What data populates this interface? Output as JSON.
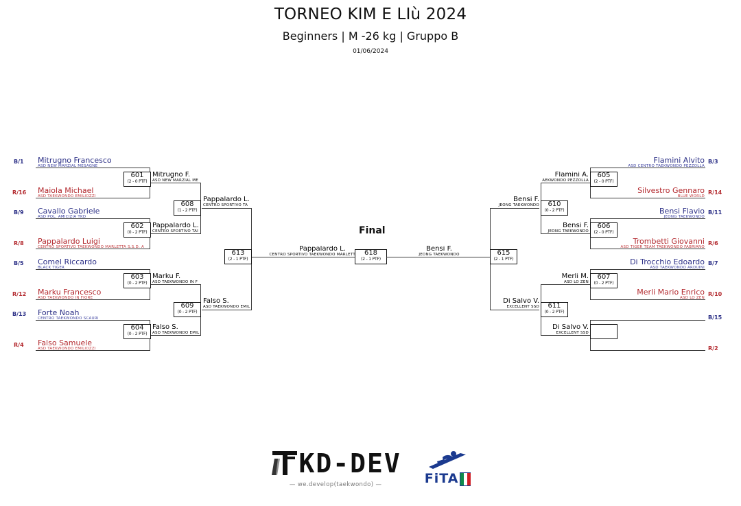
{
  "header": {
    "title": "TORNEO KIM E LIù 2024",
    "subtitle": "Beginners | M -26 kg | Gruppo B",
    "date": "01/06/2024"
  },
  "final_label": "Final",
  "footer": {
    "tkd_wordmark": "KD-DEV",
    "tkd_tagline": "— we.develop(taekwondo) —",
    "fita_word": "FiTA"
  },
  "left": {
    "round1": [
      {
        "seed": "B/1",
        "corner": "blue",
        "name": "Mitrugno Francesco",
        "club": "ASD NEW MARZIAL MESAGNE"
      },
      {
        "seed": "R/16",
        "corner": "red",
        "name": "Maiola Michael",
        "club": "ASD TAEKWONDO EMILIOZZI"
      },
      {
        "seed": "B/9",
        "corner": "blue",
        "name": "Cavallo Gabriele",
        "club": "ASD POL. AMICIZIA TKD"
      },
      {
        "seed": "R/8",
        "corner": "red",
        "name": "Pappalardo Luigi",
        "club": "CENTRO SPORTIVO TAEKWONDO MARLETTA S.S.D. A"
      },
      {
        "seed": "B/5",
        "corner": "blue",
        "name": "Comel Riccardo",
        "club": "BLACK TIGER"
      },
      {
        "seed": "R/12",
        "corner": "red",
        "name": "Marku Francesco",
        "club": "ASD TAEKWONDO IN FIORE"
      },
      {
        "seed": "B/13",
        "corner": "blue",
        "name": "Forte Noah",
        "club": "CENTRO TAEKWONDO SCAURI"
      },
      {
        "seed": "R/4",
        "corner": "red",
        "name": "Falso Samuele",
        "club": "ASD TAEKWONDO EMILIOZZI"
      }
    ],
    "round2": [
      {
        "corner": "blue",
        "name": "Mitrugno F.",
        "club": "ASD NEW MARZIAL ME"
      },
      {
        "corner": "red",
        "name": "Pappalardo L.",
        "club": "CENTRO SPORTIVO TAI"
      },
      {
        "corner": "blue",
        "name": "Marku F.",
        "club": "ASD TAEKWONDO IN F"
      },
      {
        "corner": "red",
        "name": "Falso S.",
        "club": "ASD TAEKWONDO EMIL"
      }
    ],
    "round3": [
      {
        "corner": "blue",
        "name": "Pappalardo L.",
        "club": "CENTRO SPORTIVO TA"
      },
      {
        "corner": "red",
        "name": "Falso S.",
        "club": "ASD TAEKWONDO EMIL"
      }
    ],
    "finalist": {
      "corner": "blue",
      "name": "Pappalardo L.",
      "club": "CENTRO SPORTIVO TAEKWONDO MARLETTA S.S.D. A"
    },
    "matches": [
      {
        "num": "601",
        "score": "(2 - 0 PTF)"
      },
      {
        "num": "602",
        "score": "(0 - 2 PTF)"
      },
      {
        "num": "603",
        "score": "(0 - 2 PTF)"
      },
      {
        "num": "604",
        "score": "(0 - 2 PTF)"
      },
      {
        "num": "608",
        "score": "(1 - 2 PTF)"
      },
      {
        "num": "609",
        "score": "(0 - 2 PTF)"
      },
      {
        "num": "613",
        "score": "(2 - 1 PTF)"
      }
    ]
  },
  "right": {
    "round1": [
      {
        "seed": "B/3",
        "corner": "blue",
        "name": "Flamini Alvito",
        "club": "ASD CENTRO TAEKWONDO PEZZOLLA"
      },
      {
        "seed": "R/14",
        "corner": "red",
        "name": "Silvestro Gennaro",
        "club": "BLUE WORLD"
      },
      {
        "seed": "B/11",
        "corner": "blue",
        "name": "Bensi Flavio",
        "club": "JEONG TAEKWONDO"
      },
      {
        "seed": "R/6",
        "corner": "red",
        "name": "Trombetti Giovanni",
        "club": "ASD TIGER TEAM TAEKWONDO FABRIANO"
      },
      {
        "seed": "B/7",
        "corner": "blue",
        "name": "Di Trocchio Edoardo",
        "club": "ASD TAEKWONDO ARDUINI"
      },
      {
        "seed": "R/10",
        "corner": "red",
        "name": "Merli Mario Enrico",
        "club": "ASD LO ZEN"
      },
      {
        "seed": "B/15",
        "corner": "blue",
        "name": "",
        "club": ""
      },
      {
        "seed": "R/2",
        "corner": "red",
        "name": "",
        "club": ""
      }
    ],
    "round2": [
      {
        "corner": "blue",
        "name": "Flamini A.",
        "club": "AEKWONDO PEZZOLLA"
      },
      {
        "corner": "red",
        "name": "Bensi F.",
        "club": "JEONG TAEKWONDO"
      },
      {
        "corner": "blue",
        "name": "Merli M.",
        "club": "ASD LO ZEN"
      },
      {
        "corner": "red",
        "name": "Di Salvo V.",
        "club": "EXCELLENT SSD"
      }
    ],
    "round3": [
      {
        "corner": "blue",
        "name": "Bensi F.",
        "club": "JEONG TAEKWONDO"
      },
      {
        "corner": "red",
        "name": "Di Salvo V.",
        "club": "EXCELLENT SSD"
      }
    ],
    "finalist": {
      "corner": "red",
      "name": "Bensi F.",
      "club": "JEONG TAEKWONDO"
    },
    "matches": [
      {
        "num": "605",
        "score": "(2 - 0 PTF)"
      },
      {
        "num": "606",
        "score": "(2 - 0 PTF)"
      },
      {
        "num": "607",
        "score": "(0 - 2 PTF)"
      },
      {
        "num": "",
        "score": ""
      },
      {
        "num": "610",
        "score": "(0 - 2 PTF)"
      },
      {
        "num": "611",
        "score": "(0 - 2 PTF)"
      },
      {
        "num": "615",
        "score": "(2 - 1 PTF)"
      }
    ]
  },
  "final_match": {
    "num": "618",
    "score": "(2 - 1 PTF)"
  }
}
